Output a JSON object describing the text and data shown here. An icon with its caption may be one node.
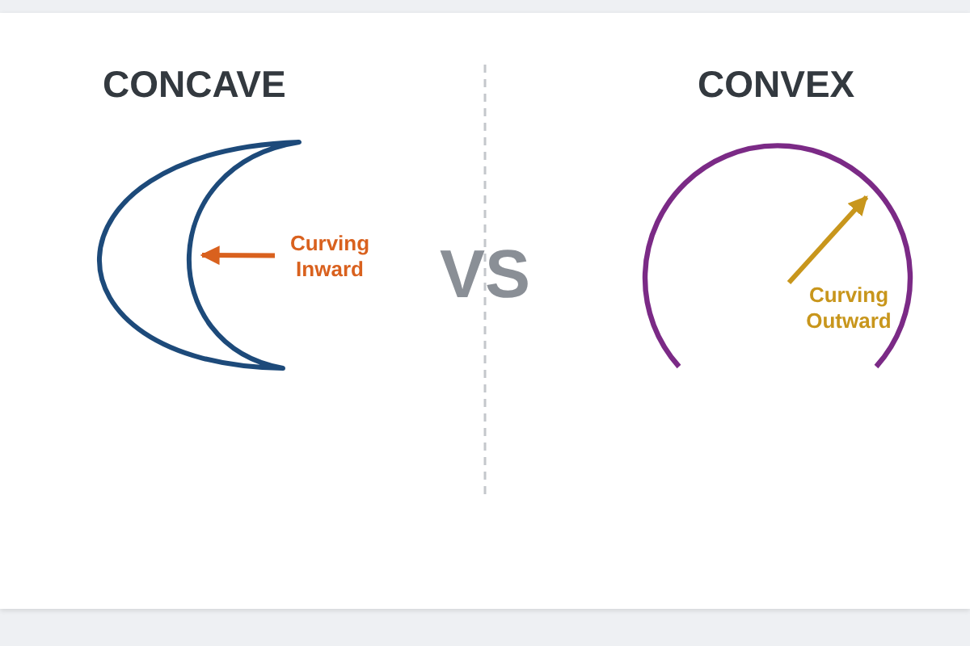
{
  "diagram": {
    "nodes": [
      {
        "text": [],
        "shape": "crescent"
      },
      {
        "text": [
          "Curving Inward"
        ]
      },
      {
        "text": [],
        "shape": "arc"
      },
      {
        "text": [
          "Curving Outward"
        ],
        "in": 2
      }
    ],
    "edges": [
      {
        "from": 1,
        "to": 0,
        "arrow": "to",
        "color": "#d9611e"
      },
      {
        "from": 3,
        "to": 2,
        "arrow": "to",
        "color": "#c8961c"
      }
    ],
    "labels": [
      "CONCAVE",
      "VS",
      "CONVEX"
    ]
  }
}
